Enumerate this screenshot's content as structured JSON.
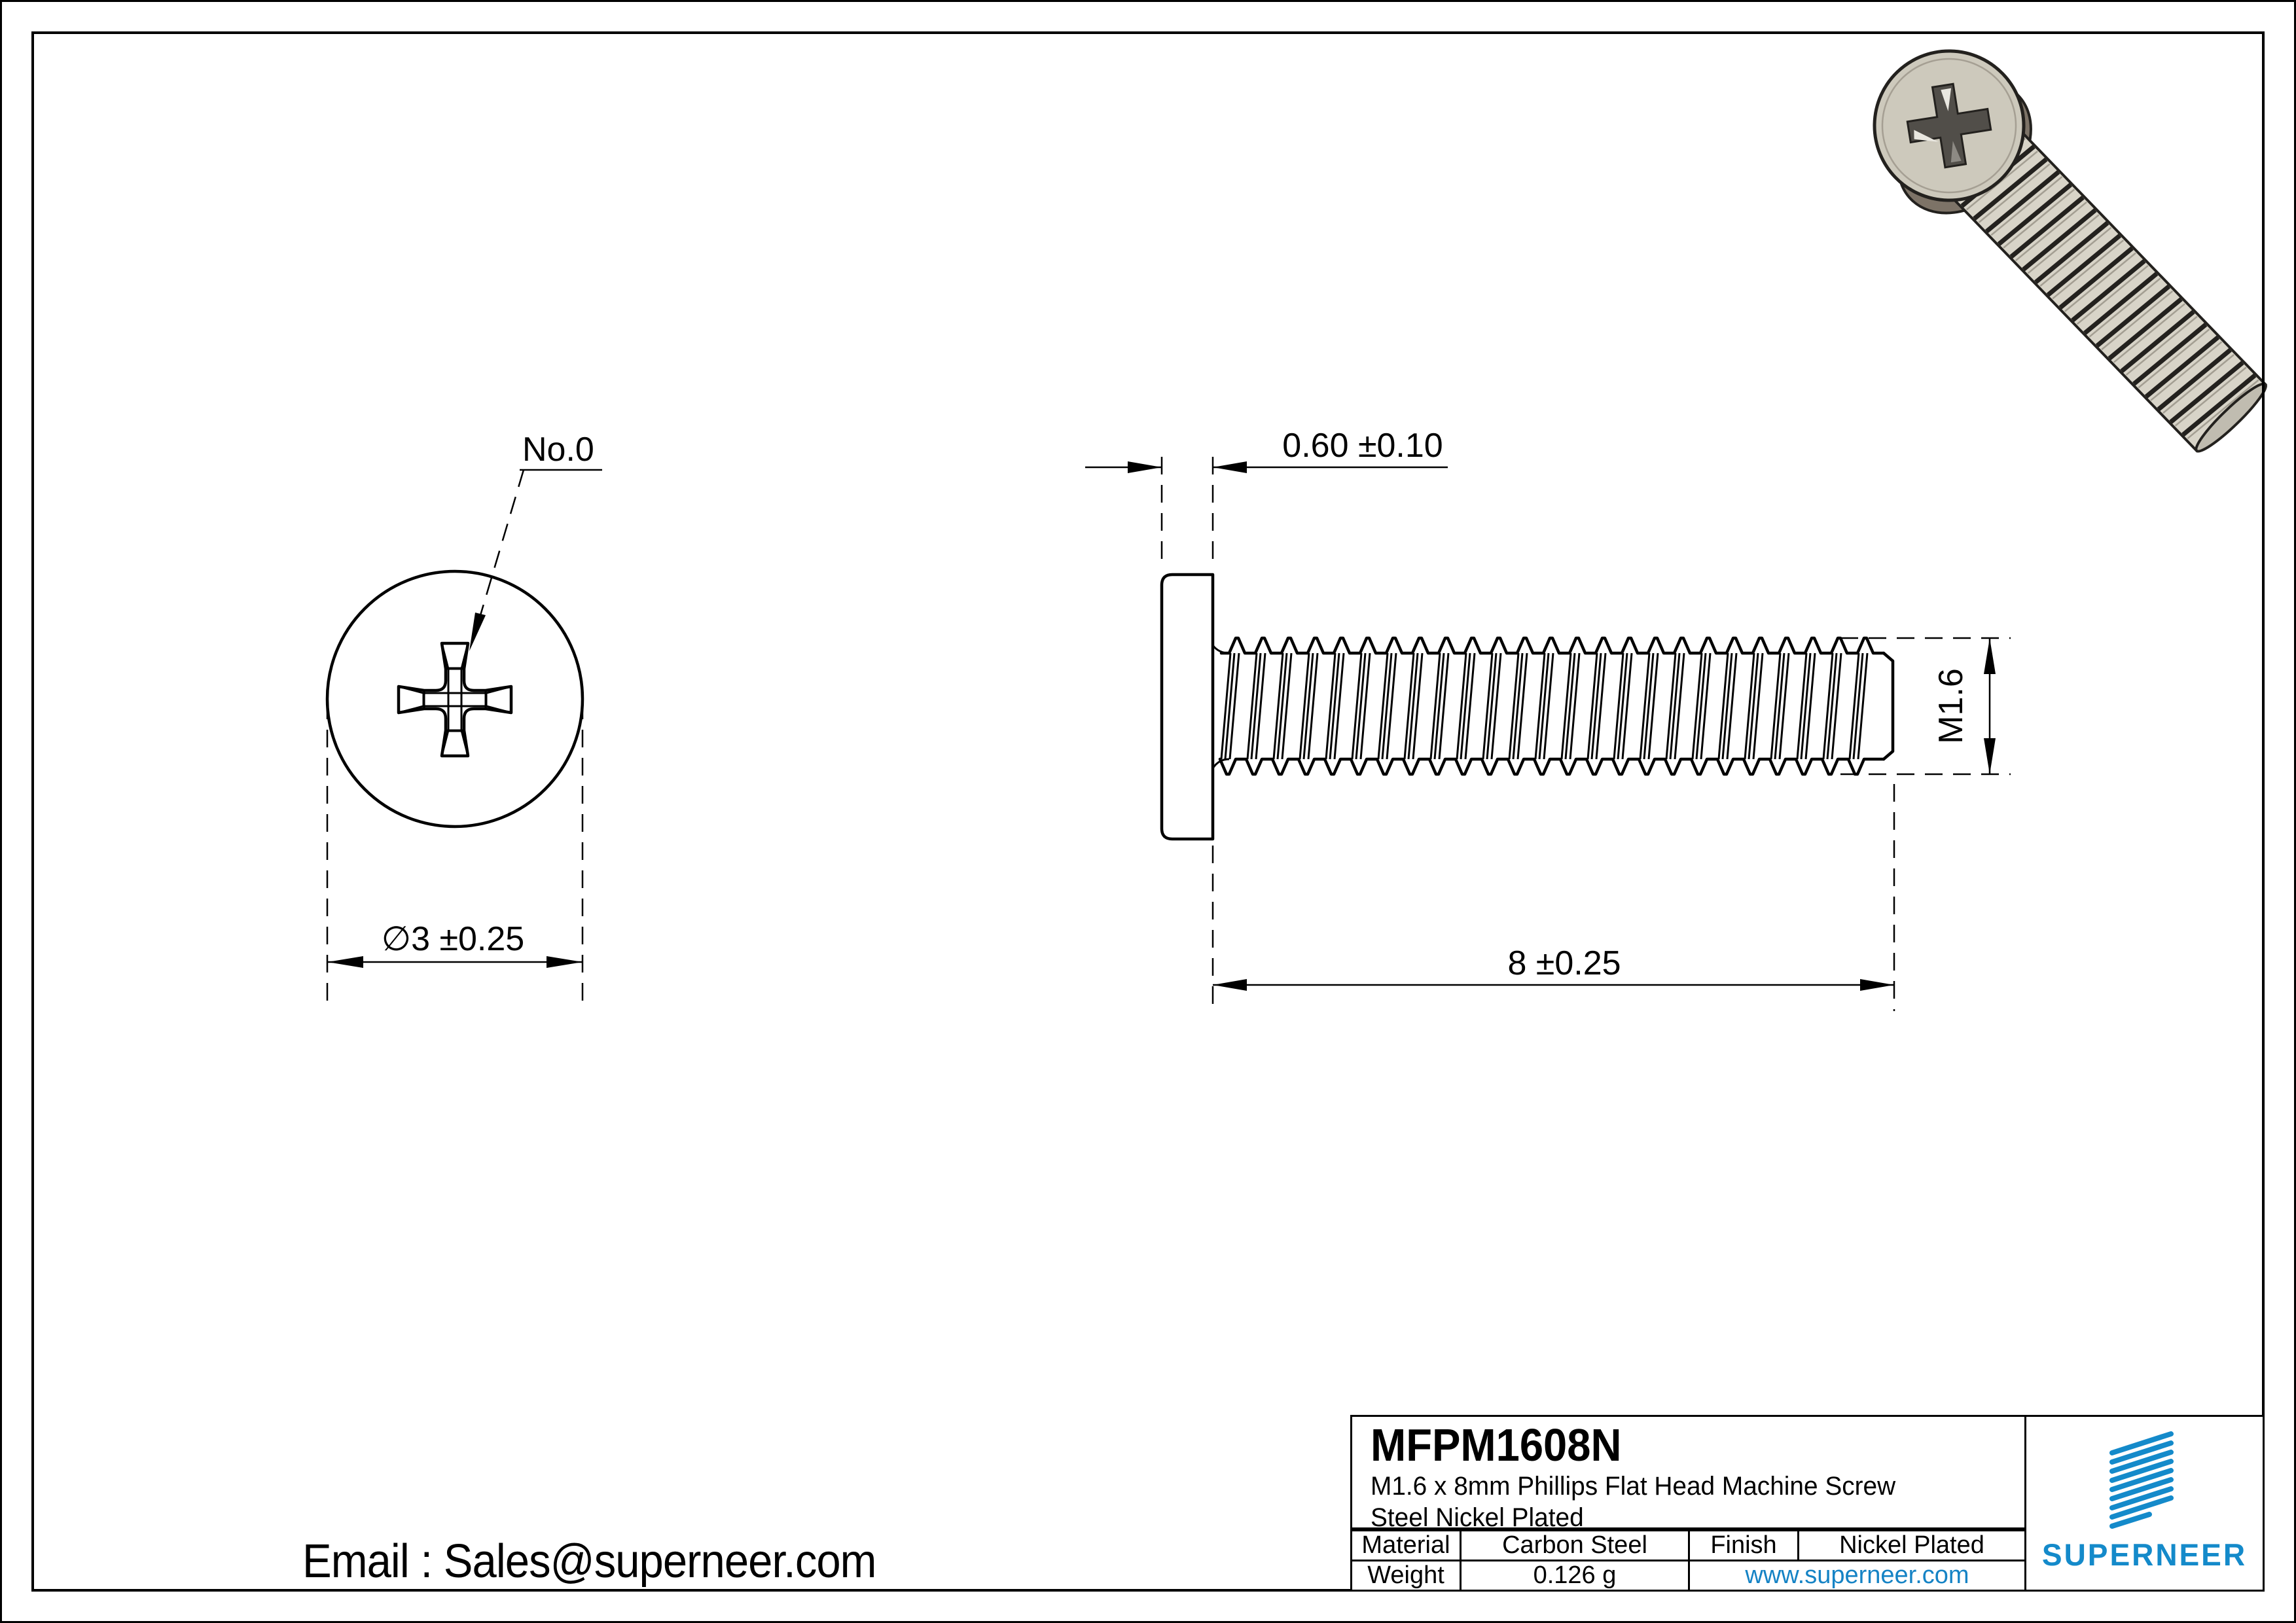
{
  "front_view": {
    "recess_label": "No.0",
    "diameter_dim": "∅3 ±0.25"
  },
  "side_view": {
    "head_thickness_dim": "0.60 ±0.10",
    "thread_dim": "M1.6",
    "length_dim": "8 ±0.25"
  },
  "contact": {
    "email": "Email : Sales@superneer.com"
  },
  "title_block": {
    "part_number": "MFPM1608N",
    "description_line1": "M1.6 x 8mm Phillips Flat Head Machine Screw",
    "description_line2": "Steel Nickel Plated",
    "material_label": "Material",
    "material_value": "Carbon Steel",
    "finish_label": "Finish",
    "finish_value": "Nickel Plated",
    "weight_label": "Weight",
    "weight_value": "0.126 g",
    "website": "www.superneer.com",
    "brand": {
      "name": "SUPERNEER",
      "color": "#148aca",
      "logo_icon": "diagonal-stripes-logo"
    }
  }
}
